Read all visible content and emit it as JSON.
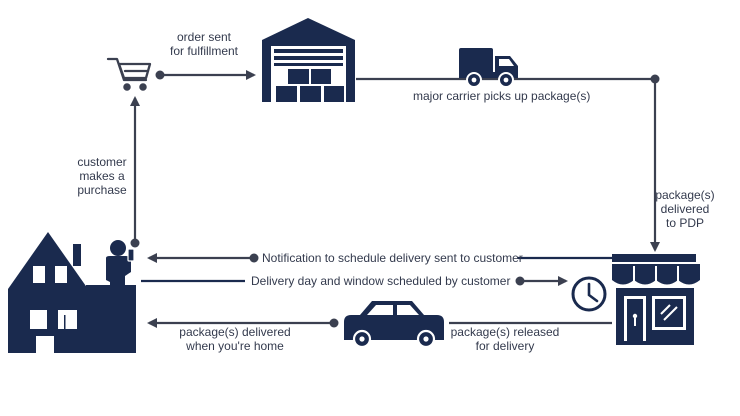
{
  "colors": {
    "icon": "#1a2a4e",
    "arrow": "#3b4050",
    "text": "#333a4d",
    "background": "#ffffff"
  },
  "icons": {
    "cart": "shopping-cart-icon",
    "warehouse": "warehouse-icon",
    "truck": "delivery-truck-icon",
    "store": "pickup-store-icon",
    "clock": "clock-icon",
    "car": "car-icon",
    "house": "house-icon",
    "customer": "customer-with-phone-icon"
  },
  "steps": {
    "order_sent": [
      "order sent",
      "for fulfillment"
    ],
    "carrier_pickup": "major carrier picks up package(s)",
    "delivered_to_pdp": [
      "package(s)",
      "delivered",
      "to PDP"
    ],
    "customer_purchase": [
      "customer",
      "makes a",
      "purchase"
    ],
    "notification": "Notification to schedule delivery sent to customer",
    "scheduled": "Delivery day and window scheduled by customer",
    "released": [
      "package(s) released",
      "for delivery"
    ],
    "delivered_home": [
      "package(s) delivered",
      "when you're home"
    ]
  }
}
